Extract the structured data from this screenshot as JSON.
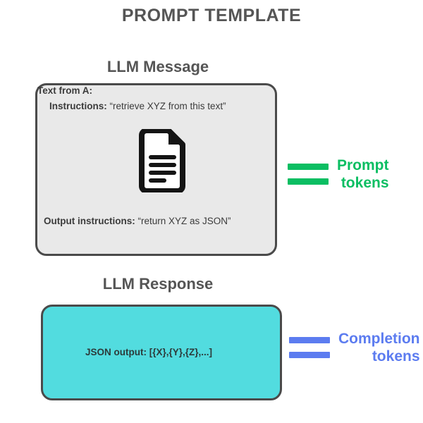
{
  "page": {
    "title": "PROMPT TEMPLATE",
    "title_color": "#555555",
    "background": "#ffffff"
  },
  "message_section": {
    "heading": "LLM Message",
    "box": {
      "fill": "#e9e9e9",
      "border_color": "#4a4a4a"
    },
    "instructions": {
      "label": "Instructions:",
      "value": "“retrieve XYZ from this text”"
    },
    "text_from": {
      "label": "Text from A:",
      "icon": "document-icon"
    },
    "output_instructions": {
      "label": "Output instructions:",
      "value": "“return XYZ as JSON”"
    }
  },
  "response_section": {
    "heading": "LLM Response",
    "box": {
      "fill": "#52dcdf",
      "border_color": "#4a4a4a"
    },
    "json_output": "JSON output: [{X},{Y},{Z},...]"
  },
  "legends": {
    "prompt": {
      "line1": "Prompt",
      "line2": "tokens",
      "color": "#0bbe62",
      "bar_count": 2
    },
    "completion": {
      "line1": "Completion",
      "line2": "tokens",
      "color": "#5c7cf0",
      "bar_count": 2
    }
  }
}
